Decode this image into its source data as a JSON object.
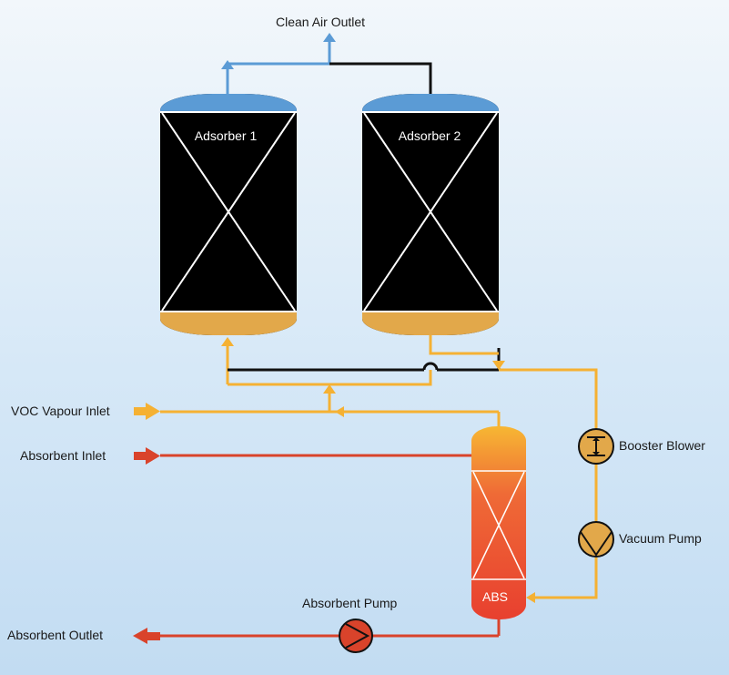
{
  "labels": {
    "clean_air_outlet": "Clean Air Outlet",
    "adsorber_1": "Adsorber 1",
    "adsorber_2": "Adsorber 2",
    "voc_vapour_inlet": "VOC Vapour Inlet",
    "absorbent_inlet": "Absorbent Inlet",
    "booster_blower": "Booster Blower",
    "vacuum_pump": "Vacuum Pump",
    "absorbent_pump": "Absorbent Pump",
    "absorbent_outlet": "Absorbent Outlet",
    "abs": "ABS"
  },
  "colors": {
    "air": "#5b9bd5",
    "voc": "#f5b133",
    "absorbent": "#d9432b",
    "line_black": "#111111",
    "vessel_body": "#000000",
    "vessel_top": "#5b9bd5",
    "vessel_bottom": "#e2a84a"
  },
  "icons": {
    "booster_blower": "blower-icon",
    "vacuum_pump": "vacuum-pump-icon",
    "absorbent_pump": "pump-icon"
  }
}
